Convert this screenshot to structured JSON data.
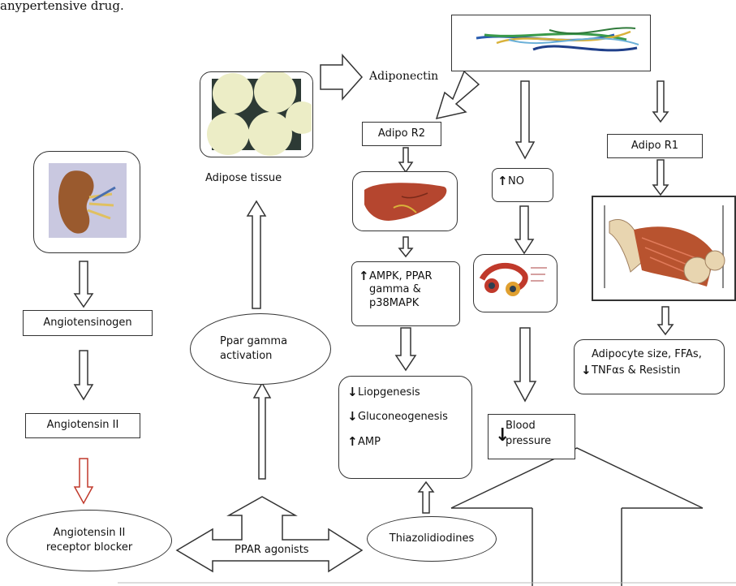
{
  "header_fragment": "anypertensive drug. ",
  "adiponectin": "Adiponectin",
  "adipose_tissue": "Adipose tissue",
  "adipo_r2": "Adipo R2",
  "adipo_r1": "Adipo R1",
  "no_label": "NO",
  "ampk_lines": [
    "AMPK, PPAR",
    "gamma &",
    "p38MAPK"
  ],
  "liver_effects": [
    "Liopgenesis",
    "Gluconeogenesis",
    "AMP"
  ],
  "blood_pressure": [
    "Blood",
    "pressure"
  ],
  "adipocyte_lines": [
    "Adipocyte size, FFAs,",
    "TNFαs & Resistin"
  ],
  "angiotensinogen": "Angiotensinogen",
  "angiotensin_ii": "Angiotensin II",
  "arb": "Angiotensin II receptor blocker",
  "ppar_activation": "Ppar gamma activation",
  "ppar_agonists": "PPAR agonists",
  "thiazolidiodines": "Thiazolidiodines",
  "arrow_dirs": {
    "up": "↑",
    "down": "↓"
  },
  "colors": {
    "stroke": "#333333",
    "red_arrow": "#c0392b",
    "pale_fat": "#ecedc6",
    "kidney": "#9a5a2e",
    "liver": "#b5462f",
    "muscle": "#b8532f"
  }
}
